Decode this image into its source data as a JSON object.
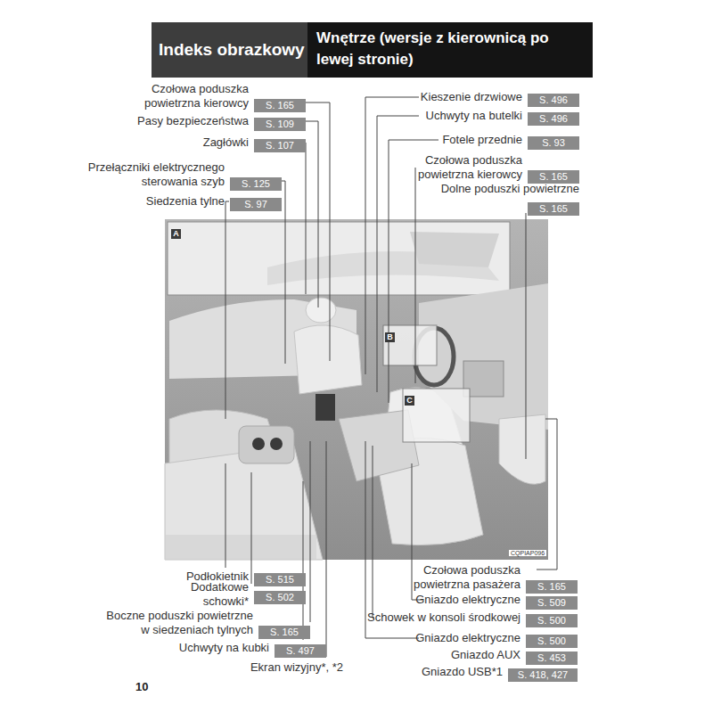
{
  "diagram": {
    "title": "Indeks obrazkowy",
    "nodes": [
      {
        "text": [
          "Czołowa poduszka powietrzna kierowcy",
          "S. 165"
        ]
      },
      {
        "text": [
          "Pasy bezpieczeństwa",
          "S. 109"
        ]
      },
      {
        "text": [
          "Zagłówki",
          "S. 107"
        ]
      },
      {
        "text": [
          "Przełączniki elektrycznego sterowania szyb",
          "S. 125"
        ]
      },
      {
        "text": [
          "Siedzenia tylne",
          "S. 97"
        ]
      },
      {
        "text": [
          "Kieszenie drzwiowe",
          "S. 496"
        ]
      },
      {
        "text": [
          "Uchwyty na butelki",
          "S. 496"
        ]
      },
      {
        "text": [
          "Fotele przednie",
          "S. 93"
        ]
      },
      {
        "text": [
          "Czołowa poduszka powietrzna kierowcy",
          "S. 165"
        ]
      },
      {
        "text": [
          "Dolne poduszki powietrzne",
          "S. 165"
        ]
      },
      {
        "text": [
          "A"
        ]
      },
      {
        "text": [
          "B"
        ]
      },
      {
        "text": [
          "C"
        ]
      },
      {
        "text": [
          "Podłokietnik",
          "S. 515"
        ]
      },
      {
        "text": [
          "Dodatkowe schowki*",
          "S. 502"
        ]
      },
      {
        "text": [
          "Boczne poduszki powietrzne w siedzeniach tylnych",
          "S. 165"
        ]
      },
      {
        "text": [
          "Uchwyty na kubki",
          "S. 497"
        ]
      },
      {
        "text": [
          "Czołowa poduszka powietrzna pasażera",
          "S. 165"
        ]
      },
      {
        "text": [
          "Gniazdo elektryczne",
          "S. 509"
        ]
      },
      {
        "text": [
          "Schowek w konsoli środkowej",
          "S. 500"
        ]
      },
      {
        "text": [
          "Gniazdo elektryczne",
          "S. 500"
        ]
      },
      {
        "text": [
          "Gniazdo AUX",
          "S. 453"
        ]
      },
      {
        "text": [
          "Gniazdo USB*1",
          "S. 418, 427"
        ]
      }
    ],
    "labels": [
      "Wnętrze (wersje z kierownicą po lewej stronie)",
      "Ekran wizyjny*, *2",
      "CQPIAP096",
      "10"
    ]
  }
}
